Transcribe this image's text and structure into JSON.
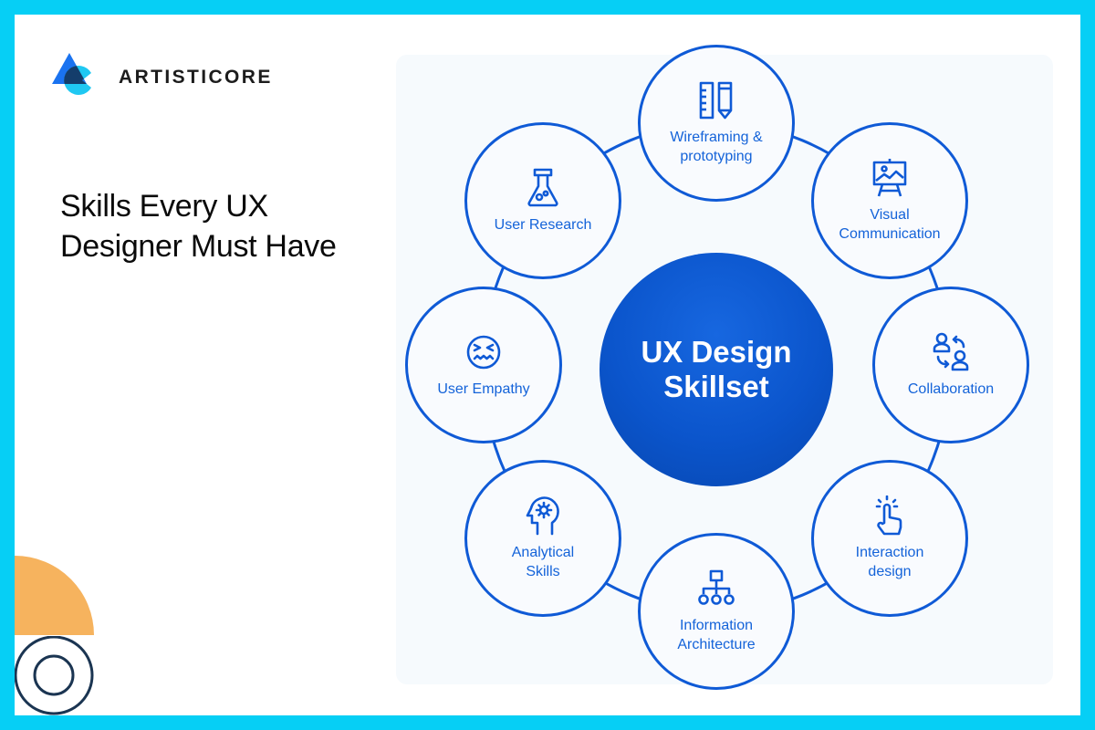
{
  "brand": {
    "name": "ARTISTICORE",
    "colors": {
      "frame": "#06cff5",
      "triangle": "#1a73f0",
      "circle": "#1fc8f2",
      "overlap": "#143d6b",
      "accent_orange": "#f6b35e",
      "ring_navy": "#1b3552",
      "diagram_blue": "#0f5ad6",
      "label_blue": "#1463d9"
    }
  },
  "headline": "Skills Every UX Designer Must Have",
  "diagram": {
    "center": {
      "title_line1": "UX Design",
      "title_line2": "Skillset"
    },
    "nodes": [
      {
        "id": "wireframing",
        "line1": "Wireframing &",
        "line2": "prototyping",
        "icon": "ruler-pencil-icon"
      },
      {
        "id": "visual-communication",
        "line1": "Visual",
        "line2": "Communication",
        "icon": "easel-picture-icon"
      },
      {
        "id": "collaboration",
        "line1": "Collaboration",
        "line2": "",
        "icon": "people-exchange-icon"
      },
      {
        "id": "interaction-design",
        "line1": "Interaction",
        "line2": "design",
        "icon": "tap-hand-icon"
      },
      {
        "id": "information-architecture",
        "line1": "Information",
        "line2": "Architecture",
        "icon": "sitemap-icon"
      },
      {
        "id": "analytical-skills",
        "line1": "Analytical",
        "line2": "Skills",
        "icon": "head-gear-icon"
      },
      {
        "id": "user-empathy",
        "line1": "User Empathy",
        "line2": "",
        "icon": "distressed-face-icon"
      },
      {
        "id": "user-research",
        "line1": "User Research",
        "line2": "",
        "icon": "flask-icon"
      }
    ]
  }
}
